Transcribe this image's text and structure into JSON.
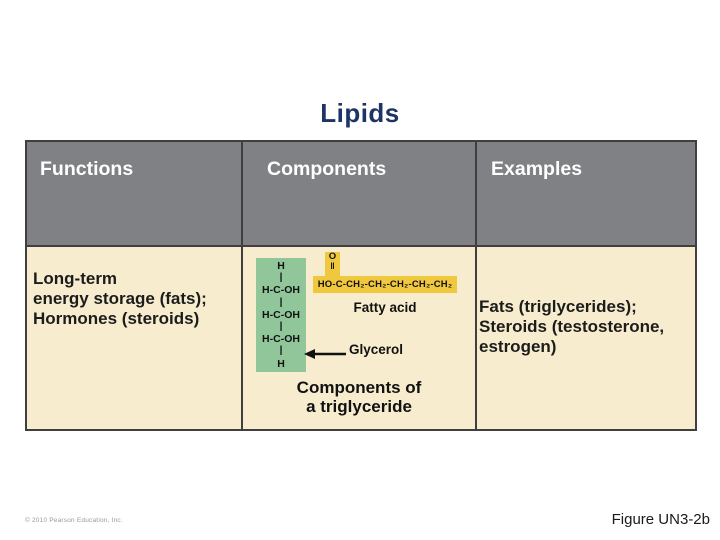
{
  "slide": {
    "title": "Lipids",
    "copyright": "© 2010 Pearson Education, Inc.",
    "figure_label": "Figure UN3-2b"
  },
  "table": {
    "headers": [
      {
        "label": "Functions"
      },
      {
        "label": "Components"
      },
      {
        "label": "Examples"
      }
    ],
    "functions_cell": {
      "lines": [
        "Long-term",
        "energy storage (fats);",
        "Hormones (steroids)"
      ]
    },
    "components_cell": {
      "glycerol_structure": {
        "lines": [
          "H",
          "|",
          "H-C-OH",
          "|",
          "H-C-OH",
          "|",
          "H-C-OH",
          "|",
          "H"
        ]
      },
      "fatty_acid_o": "O",
      "fatty_acid_double_bond": "‖",
      "fatty_acid_formula": "HO-C-CH₂-CH₂-CH₂-CH₂-CH₂",
      "fatty_acid_label": "Fatty acid",
      "glycerol_label": "Glycerol",
      "caption_line1": "Components of",
      "caption_line2": "a triglyceride"
    },
    "examples_cell": {
      "lines": [
        "Fats (triglycerides);",
        "Steroids (testosterone,",
        "estrogen)"
      ]
    }
  },
  "colors": {
    "title_text": "#1e3464",
    "header_bg": "#7f8184",
    "header_text": "#ffffff",
    "cell_bg": "#f7edce",
    "table_border": "#3f3f3f",
    "glycerol_green": "#90c69a",
    "fatty_acid_yellow": "#f0c83e"
  }
}
